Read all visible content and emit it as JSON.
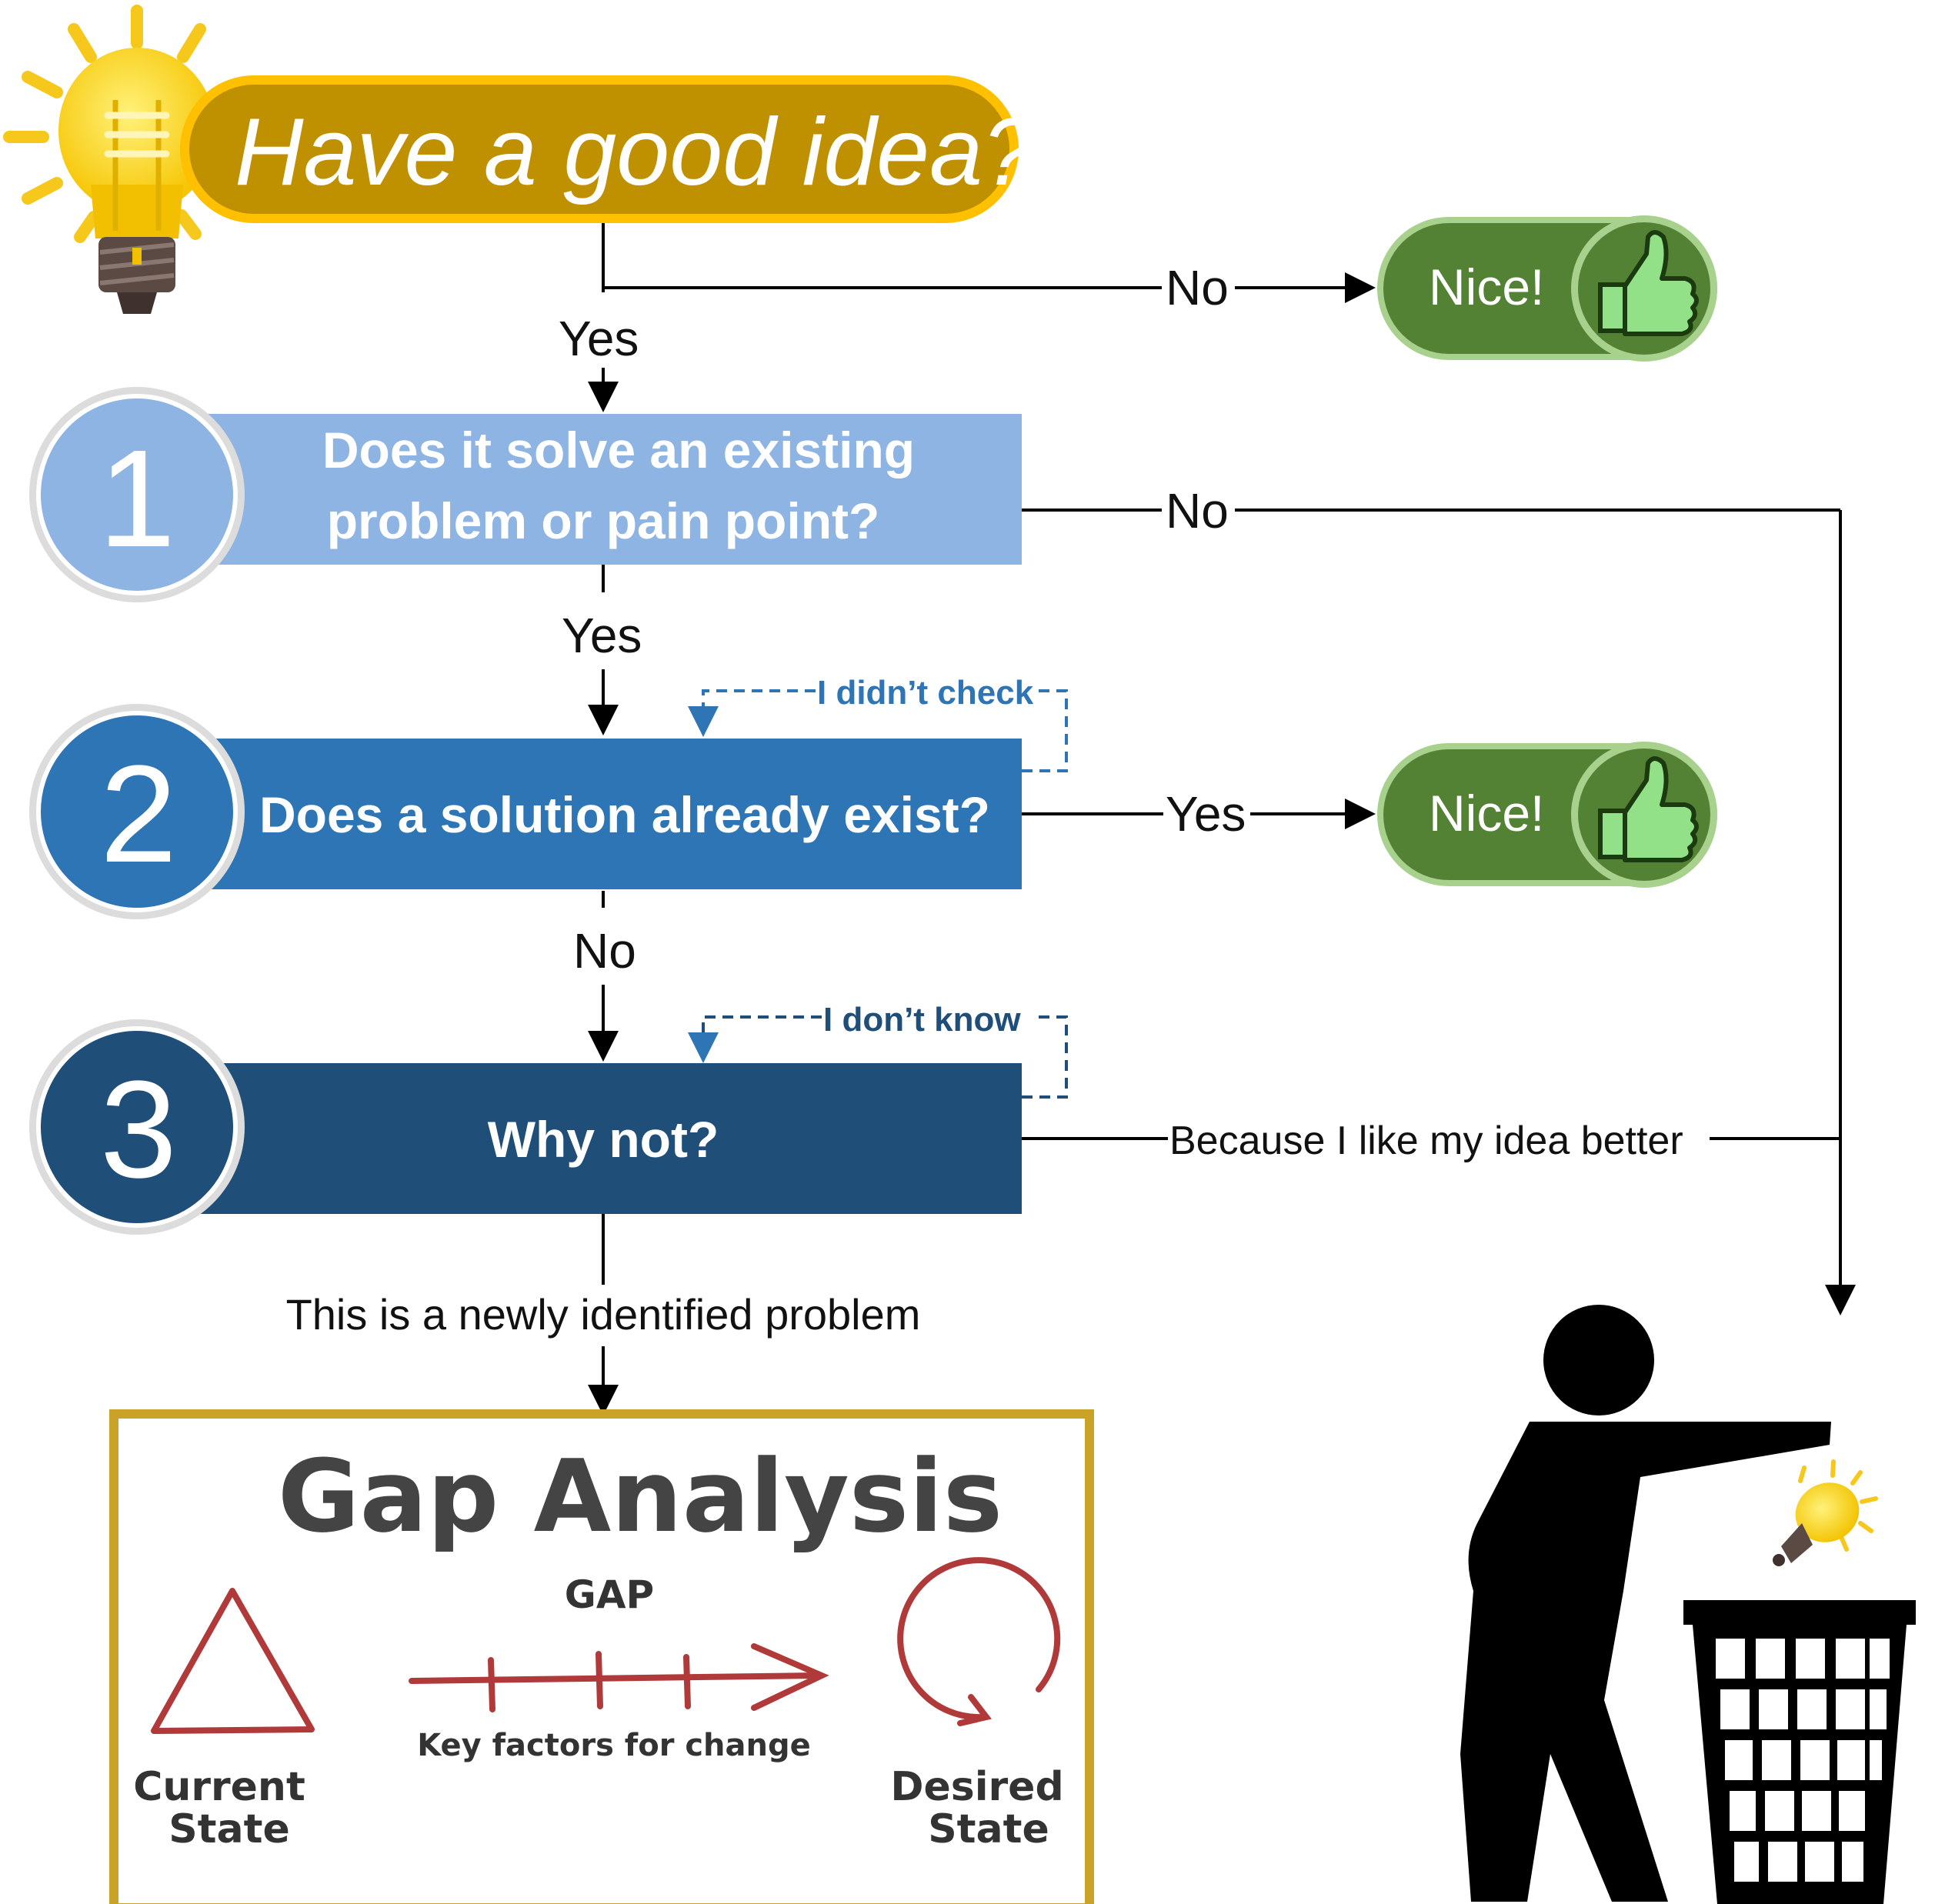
{
  "title": "Have a good idea?",
  "edge_labels": {
    "no_top": "No",
    "yes_top": "Yes",
    "no_q1": "No",
    "yes_q1": "Yes",
    "yes_q2": "Yes",
    "no_q2": "No",
    "because": "Because I like my idea better",
    "newly": "This is a newly identified problem",
    "didnt_check": "I didn’t check",
    "dont_know": "I don’t know"
  },
  "nice_label": "Nice!",
  "steps": [
    {
      "number": "1",
      "question_line1": "Does it solve an existing",
      "question_line2": "problem or pain point?",
      "color": "#8db4e2"
    },
    {
      "number": "2",
      "question": "Does a solution already exist?",
      "color": "#2e75b6"
    },
    {
      "number": "3",
      "question": "Why not?",
      "color": "#1f4e79"
    }
  ],
  "gap_analysis": {
    "title": "Gap Analysis",
    "gap": "GAP",
    "key_factors": "Key factors for change",
    "current_line1": "Current",
    "current_line2": "State",
    "desired_line1": "Desired",
    "desired_line2": "State"
  },
  "colors": {
    "title_fill": "#bf9000",
    "title_border": "#ffc000",
    "nice_fill": "#548235",
    "nice_border": "#a9d18e",
    "thumb": "#92e088",
    "gap_border": "#c9a227",
    "gap_red": "#b03a3a",
    "dashed_blue": "#2e75b6"
  },
  "icons": [
    "lightbulb-icon",
    "thumbs-up-icon",
    "trash-figure-icon"
  ]
}
